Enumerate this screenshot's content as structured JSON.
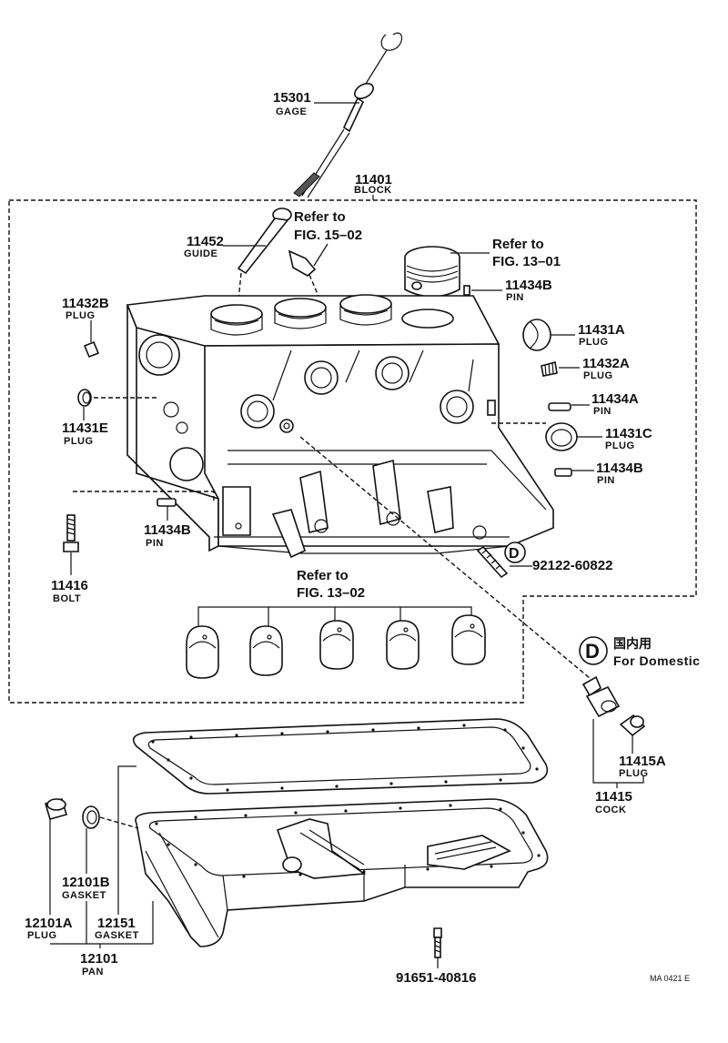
{
  "parts": {
    "p15301": {
      "num": "15301",
      "name": "GAGE"
    },
    "p11401": {
      "num": "11401",
      "name": "BLOCK"
    },
    "p11452": {
      "num": "11452",
      "name": "GUIDE"
    },
    "p11432B": {
      "num": "11432B",
      "name": "PLUG"
    },
    "p11434B_top": {
      "num": "11434B",
      "name": "PIN"
    },
    "p11431A": {
      "num": "11431A",
      "name": "PLUG"
    },
    "p11432A": {
      "num": "11432A",
      "name": "PLUG"
    },
    "p11434A": {
      "num": "11434A",
      "name": "PIN"
    },
    "p11431E": {
      "num": "11431E",
      "name": "PLUG"
    },
    "p11431C": {
      "num": "11431C",
      "name": "PLUG"
    },
    "p11434B_right": {
      "num": "11434B",
      "name": "PIN"
    },
    "p11434B_left": {
      "num": "11434B",
      "name": "PIN"
    },
    "p11416": {
      "num": "11416",
      "name": "BOLT"
    },
    "p92122": {
      "num": "92122-60822"
    },
    "p11415A": {
      "num": "11415A",
      "name": "PLUG"
    },
    "p11415": {
      "num": "11415",
      "name": "COCK"
    },
    "p12101B": {
      "num": "12101B",
      "name": "GASKET"
    },
    "p12101A": {
      "num": "12101A",
      "name": "PLUG"
    },
    "p12151": {
      "num": "12151",
      "name": "GASKET"
    },
    "p12101": {
      "num": "12101",
      "name": "PAN"
    },
    "p91651": {
      "num": "91651-40816"
    }
  },
  "refs": {
    "fig1502": {
      "line1": "Refer to",
      "line2": "FIG. 15–02"
    },
    "fig1301": {
      "line1": "Refer to",
      "line2": "FIG. 13–01"
    },
    "fig1302": {
      "line1": "Refer to",
      "line2": "FIG. 13–02"
    }
  },
  "legend": {
    "mark": "D",
    "jp": "国内用",
    "en": "For Domestic"
  },
  "footer": {
    "code": "MA 0421 E"
  }
}
